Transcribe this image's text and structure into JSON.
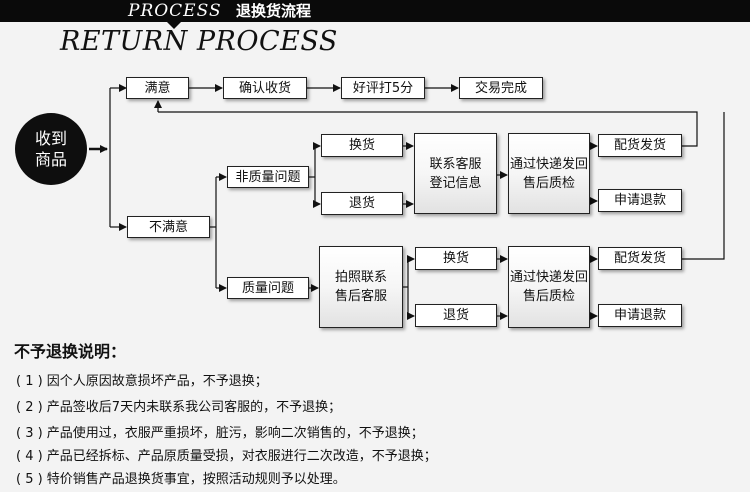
{
  "header": {
    "label_en": "PROCESS",
    "label_cn": "退换货流程",
    "title": "RETURN PROCESS"
  },
  "flow": {
    "start": [
      "收到",
      "商品"
    ],
    "satisfied": "满意",
    "confirm_receipt": "确认收货",
    "good_review": "好评打5分",
    "deal_complete": "交易完成",
    "unsatisfied": "不满意",
    "non_quality_issue": "非质量问题",
    "quality_issue": "质量问题",
    "exchange_1": "换货",
    "refund_1": "退货",
    "contact_service": [
      "联系客服",
      "登记信息"
    ],
    "photo_contact": [
      "拍照联系",
      "售后客服"
    ],
    "exchange_2": "换货",
    "refund_2": "退货",
    "courier_inspect_1": [
      "通过快递发回",
      "售后质检"
    ],
    "courier_inspect_2": [
      "通过快递发回",
      "售后质检"
    ],
    "ship_goods_1": "配货发货",
    "apply_refund_1": "申请退款",
    "ship_goods_2": "配货发货",
    "apply_refund_2": "申请退款"
  },
  "notes": {
    "title": "不予退换说明：",
    "items": [
      "( 1 ) 因个人原因故意损坏产品，不予退换；",
      "( 2 ) 产品签收后7天内未联系我公司客服的，不予退换；",
      "( 3 ) 产品使用过，衣服严重损坏，脏污，影响二次销售的，不予退换；",
      "( 4 ) 产品已经拆标、产品原质量受损，对衣服进行二次改造，不予退换；",
      "( 5 ) 特价销售产品退换货事宜，按照活动规则予以处理。"
    ]
  }
}
